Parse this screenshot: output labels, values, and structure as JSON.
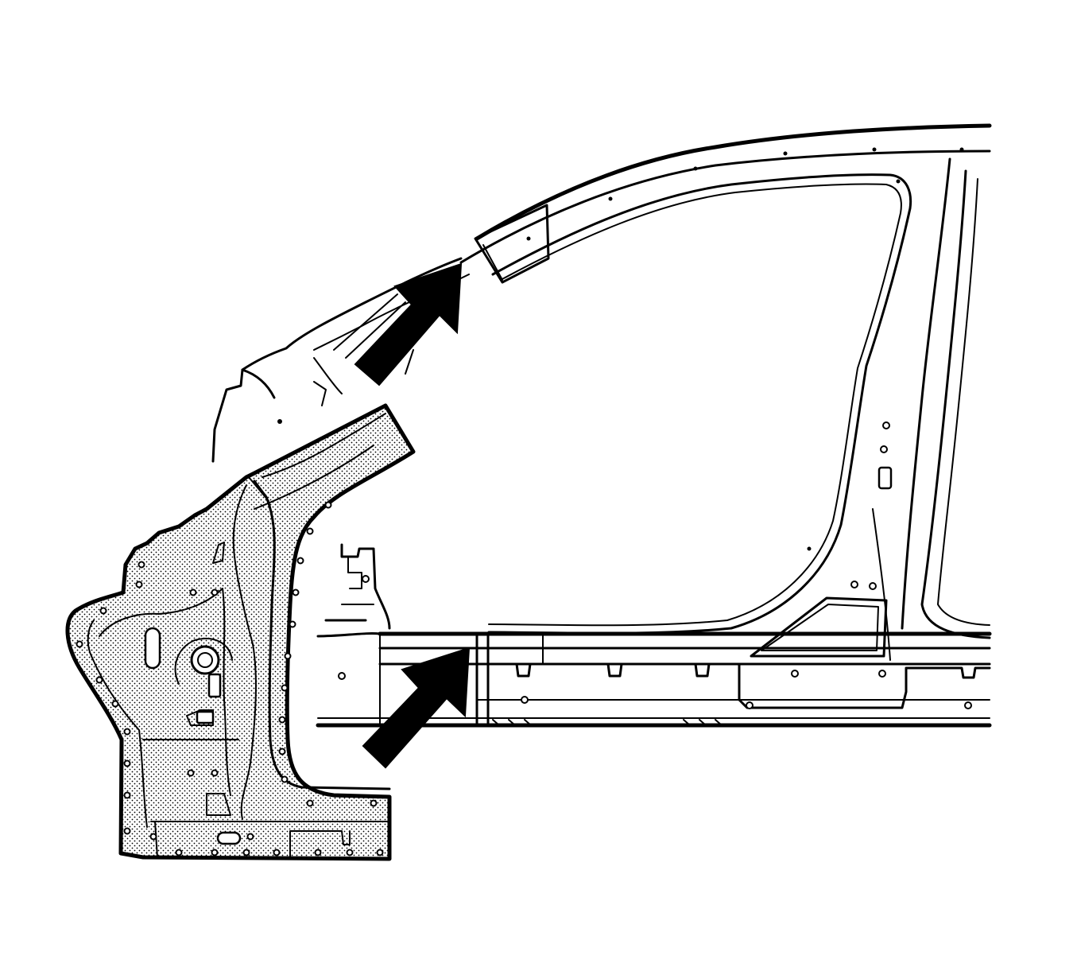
{
  "diagram": {
    "colors": {
      "line": "#000000",
      "background": "#ffffff",
      "stipple": "#000000",
      "arrow": "#000000"
    },
    "arrows": [
      {
        "name": "upper-arrow-pointing-roof-rail-cut"
      },
      {
        "name": "lower-arrow-pointing-rocker-cut"
      }
    ],
    "parts": [
      {
        "name": "body-side-outer-panel",
        "shading": "none"
      },
      {
        "name": "replacement-hinge-pillar-section",
        "shading": "stippled"
      }
    ]
  }
}
